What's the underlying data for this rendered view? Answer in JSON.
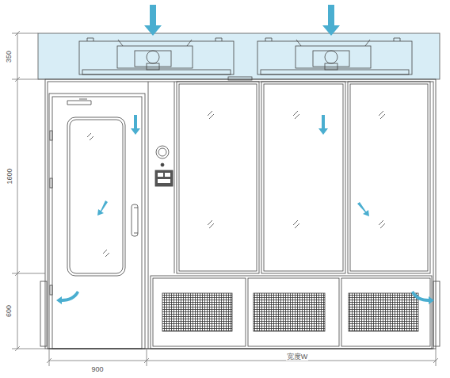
{
  "diagram": {
    "labels": [
      "350",
      "1600",
      "600",
      "900",
      "宽度W"
    ]
  }
}
